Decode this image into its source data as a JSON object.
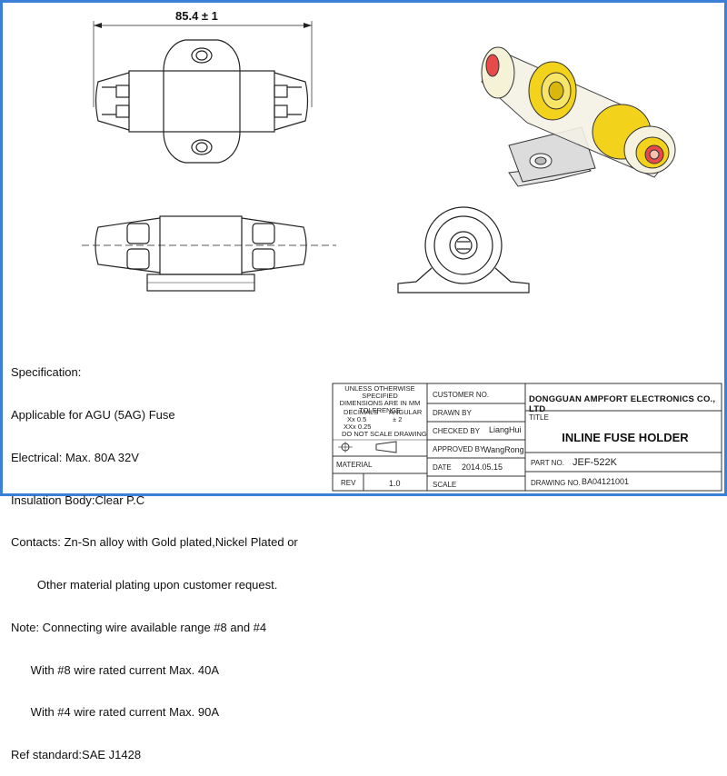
{
  "dimension": "85.4 ± 1",
  "specification": [
    "Specification:",
    "Applicable for AGU (5AG) Fuse",
    "Electrical: Max. 80A 32V",
    "Insulation Body:Clear P.C",
    "Contacts: Zn-Sn alloy with Gold plated,Nickel Plated or",
    "        Other material plating upon customer request.",
    "Note: Connecting wire available range #8 and #4",
    "      With #8 wire rated current Max. 40A",
    "      With #4 wire rated current Max. 90A",
    "Ref standard:SAE J1428"
  ],
  "title_block": {
    "tolerance_header": [
      "UNLESS OTHERWISE SPECIFIED",
      "DIMENSIONS ARE IN MM",
      "TOLERENCE"
    ],
    "decimals_label": "DECIMALS",
    "angular_label": "ANGULAR",
    "x_tol": "Xx  0.5",
    "angular_tol": "±  2",
    "xx_tol": "XXx 0.25",
    "no_scale": "DO NOT SCALE DRAWING",
    "material_label": "MATERIAL",
    "rev_label": "REV",
    "rev_value": "1.0",
    "customer_no_label": "CUSTOMER NO.",
    "drawn_by_label": "DRAWN BY",
    "checked_by_label": "CHECKED BY",
    "checked_by_value": "LiangHui",
    "approved_by_label": "APPROVED BY",
    "approved_by_value": "WangRong",
    "date_label": "DATE",
    "date_value": "2014.05.15",
    "scale_label": "SCALE",
    "company": "DONGGUAN AMPFORT ELECTRONICS CO., LTD",
    "title_label": "TITLE",
    "title_value": "INLINE FUSE HOLDER",
    "part_no_label": "PART NO.",
    "part_no_value": "JEF-522K",
    "drawing_no_label": "DRAWING NO.",
    "drawing_no_value": "BA04121001"
  },
  "colors": {
    "border": "#3b7fd6",
    "gold": "#f2d21a",
    "red_tip": "#e83a3a"
  }
}
